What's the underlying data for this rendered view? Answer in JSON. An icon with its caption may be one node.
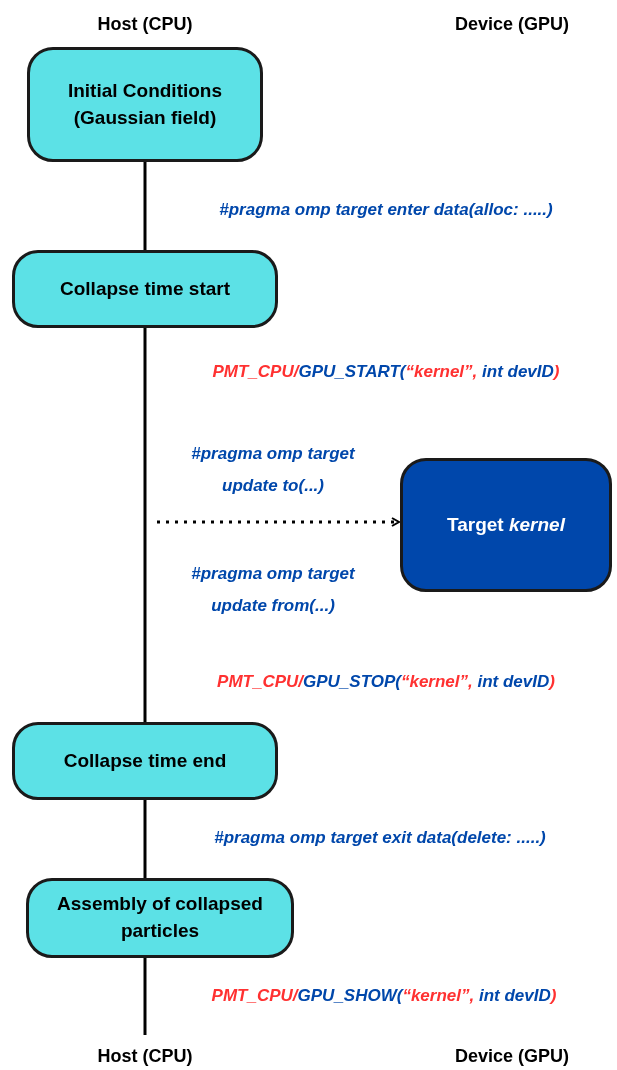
{
  "diagram": {
    "nodes": [
      {
        "text": [
          "Initial Conditions (Gaussian field)"
        ]
      },
      {
        "text": [
          "Collapse time start"
        ]
      },
      {
        "text": [
          "Collapse time end"
        ]
      },
      {
        "text": [
          "Assembly of collapsed particles"
        ]
      },
      {
        "text": [
          "Target *kernel*"
        ]
      }
    ],
    "edges": [
      {
        "from": 0,
        "to": 1,
        "arrow": "none"
      },
      {
        "from": 1,
        "to": 2,
        "arrow": "none"
      },
      {
        "from": 2,
        "to": 3,
        "arrow": "none"
      },
      {
        "from": 3,
        "to": null,
        "arrow": "none"
      },
      {
        "from": null,
        "to": 4,
        "arrow": "to",
        "style": "dashed"
      }
    ],
    "labels": [
      "Host (CPU)",
      "Device (GPU)",
      "#pragma omp target enter data(alloc: .....)",
      "PMT_CPU/GPU_START(“kernel”, int devID)",
      "#pragma omp target update to(...)",
      "#pragma omp target update from(...)",
      "PMT_CPU/GPU_STOP(“kernel”, int devID)",
      "#pragma omp target exit data(delete: .....)",
      "PMT_CPU/GPU_SHOW(“kernel”, int devID)",
      "Host (CPU)",
      "Device (GPU)"
    ]
  }
}
